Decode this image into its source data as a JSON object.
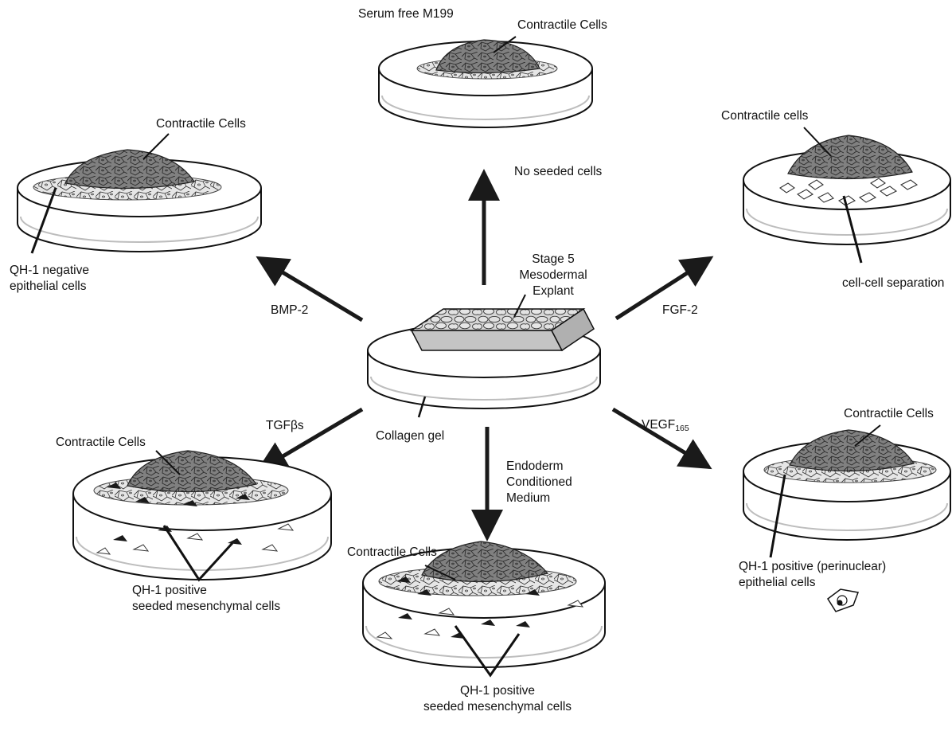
{
  "center": {
    "explant_label_lines": [
      "Stage 5",
      "Mesodermal",
      "Explant"
    ],
    "gel_label": "Collagen gel"
  },
  "conditions": {
    "top": {
      "medium_label": "Serum free M199",
      "cells_label": "Contractile Cells",
      "arrow_label": "No seeded cells"
    },
    "top_left": {
      "arrow_label": "BMP-2",
      "cells_label": "Contractile Cells",
      "note_lines": [
        "QH-1 negative",
        "epithelial cells"
      ]
    },
    "top_right": {
      "arrow_label": "FGF-2",
      "cells_label": "Contractile cells",
      "note": "cell-cell separation"
    },
    "bottom_left": {
      "arrow_label": "TGFβs",
      "cells_label": "Contractile Cells",
      "note_lines": [
        "QH-1 positive",
        "seeded mesenchymal cells"
      ]
    },
    "bottom": {
      "arrow_label_lines": [
        "Endoderm",
        "Conditioned",
        "Medium"
      ],
      "cells_label": "Contractile Cells",
      "note_lines": [
        "QH-1 positive",
        "seeded mesenchymal cells"
      ]
    },
    "bottom_right": {
      "arrow_label": "VEGF",
      "arrow_label_sub": "165",
      "cells_label": "Contractile Cells",
      "note_lines": [
        "QH-1 positive (perinuclear)",
        "epithelial cells"
      ]
    }
  }
}
